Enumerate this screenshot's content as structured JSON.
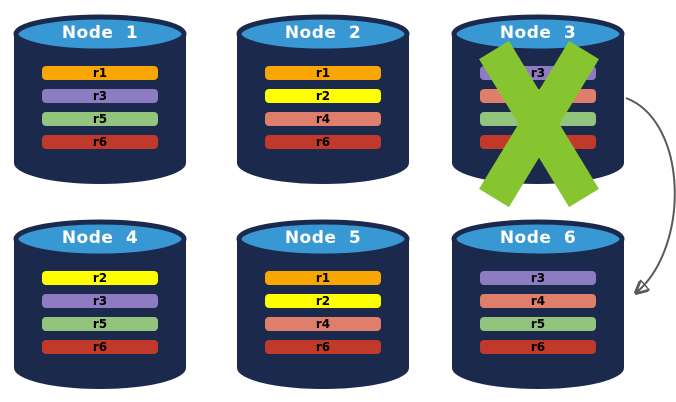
{
  "colors": {
    "cylinder_body": "#1B294D",
    "cylinder_top": "#3798D4",
    "title_text": "#FFFFFF",
    "bar_text": "#000000",
    "x_mark": "#86C430",
    "arrow": "#595959"
  },
  "icons": {
    "node_shape": "database-cylinder-icon",
    "failure_mark": "x-mark-icon",
    "failover_arrow": "curved-arrow-icon"
  },
  "nodes": [
    {
      "title": "Node 1",
      "failed": false,
      "replicas": [
        {
          "label": "r1",
          "color": "#F9A602"
        },
        {
          "label": "r3",
          "color": "#8E7CC3"
        },
        {
          "label": "r5",
          "color": "#93C47D"
        },
        {
          "label": "r6",
          "color": "#C0392B"
        }
      ]
    },
    {
      "title": "Node 2",
      "failed": false,
      "replicas": [
        {
          "label": "r1",
          "color": "#F9A602"
        },
        {
          "label": "r2",
          "color": "#FFFF00"
        },
        {
          "label": "r4",
          "color": "#DF7E6B"
        },
        {
          "label": "r6",
          "color": "#C0392B"
        }
      ]
    },
    {
      "title": "Node 3",
      "failed": true,
      "replicas": [
        {
          "label": "r3",
          "color": "#8E7CC3"
        },
        {
          "label": "r4",
          "color": "#DF7E6B"
        },
        {
          "label": "r5",
          "color": "#93C47D"
        },
        {
          "label": "r6",
          "color": "#C0392B"
        }
      ]
    },
    {
      "title": "Node 4",
      "failed": false,
      "replicas": [
        {
          "label": "r2",
          "color": "#FFFF00"
        },
        {
          "label": "r3",
          "color": "#8E7CC3"
        },
        {
          "label": "r5",
          "color": "#93C47D"
        },
        {
          "label": "r6",
          "color": "#C0392B"
        }
      ]
    },
    {
      "title": "Node 5",
      "failed": false,
      "replicas": [
        {
          "label": "r1",
          "color": "#F9A602"
        },
        {
          "label": "r2",
          "color": "#FFFF00"
        },
        {
          "label": "r4",
          "color": "#DF7E6B"
        },
        {
          "label": "r6",
          "color": "#C0392B"
        }
      ]
    },
    {
      "title": "Node 6",
      "failed": false,
      "replicas": [
        {
          "label": "r3",
          "color": "#8E7CC3"
        },
        {
          "label": "r4",
          "color": "#DF7E6B"
        },
        {
          "label": "r5",
          "color": "#93C47D"
        },
        {
          "label": "r6",
          "color": "#C0392B"
        }
      ]
    }
  ]
}
